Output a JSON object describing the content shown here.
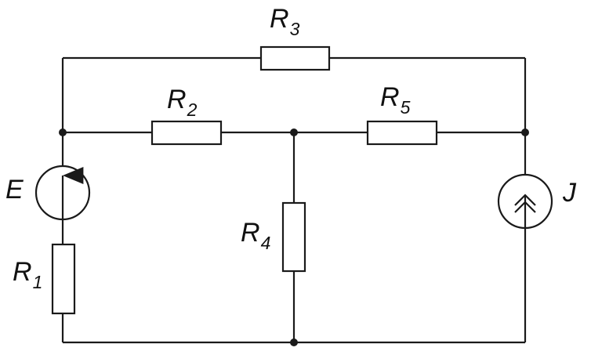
{
  "diagram": {
    "type": "electrical circuit schematic",
    "labels": {
      "R1": {
        "base": "R",
        "sub": "1"
      },
      "R2": {
        "base": "R",
        "sub": "2"
      },
      "R3": {
        "base": "R",
        "sub": "3"
      },
      "R4": {
        "base": "R",
        "sub": "4"
      },
      "R5": {
        "base": "R",
        "sub": "5"
      },
      "E": "E",
      "J": "J"
    },
    "colors": {
      "line": "#1a1a1a",
      "background": "#ffffff"
    }
  }
}
